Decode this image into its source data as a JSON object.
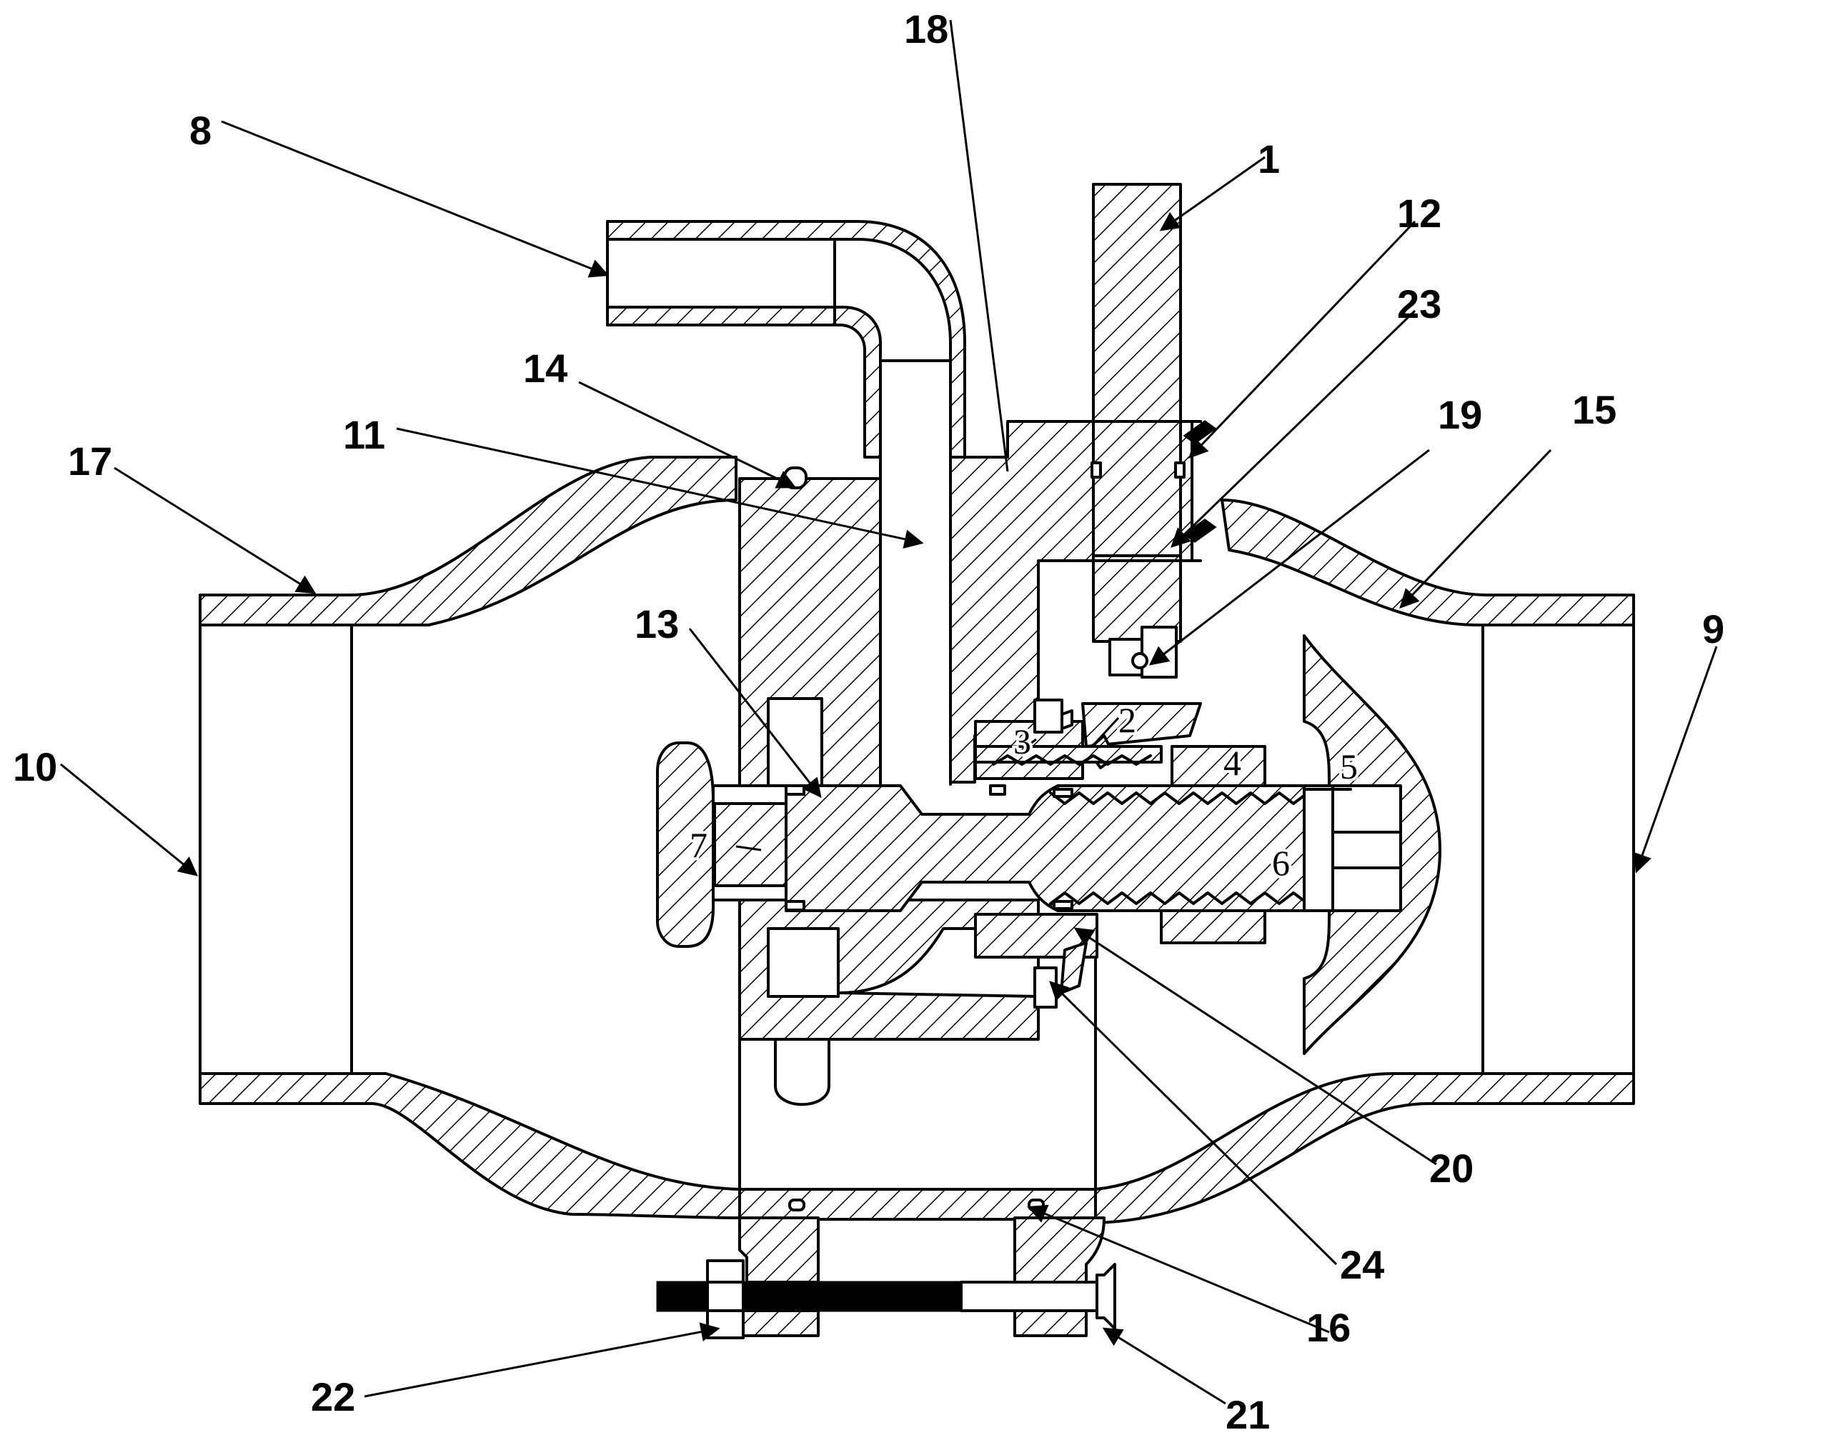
{
  "callouts": {
    "n1": "1",
    "n2": "2",
    "n3": "3",
    "n4": "4",
    "n5": "5",
    "n6": "6",
    "n7": "7",
    "n8": "8",
    "n9": "9",
    "n10": "10",
    "n11": "11",
    "n12": "12",
    "n13": "13",
    "n14": "14",
    "n15": "15",
    "n16": "16",
    "n17": "17",
    "n18": "18",
    "n19": "19",
    "n20": "20",
    "n21": "21",
    "n22": "22",
    "n23": "23",
    "n24": "24"
  }
}
